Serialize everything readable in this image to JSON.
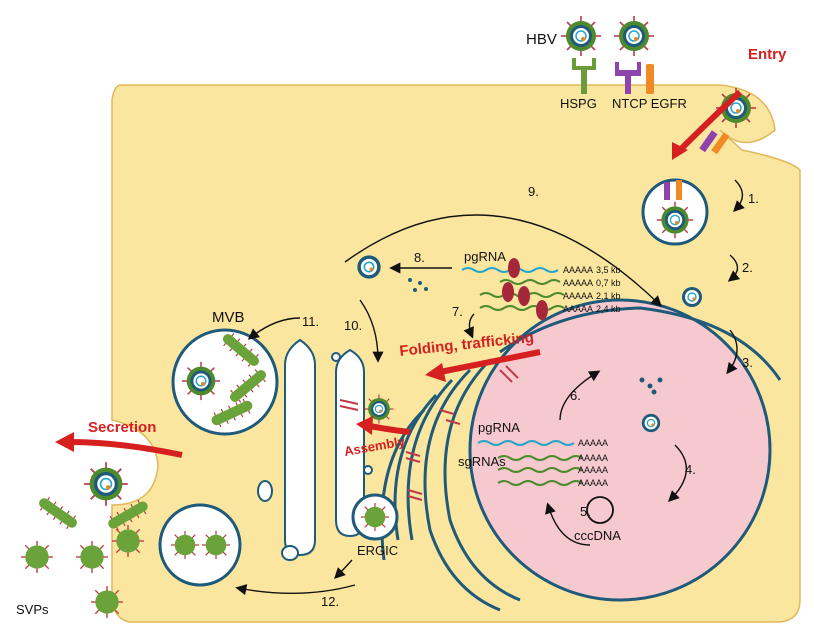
{
  "labels": {
    "hbv": "HBV",
    "hspg": "HSPG",
    "ntcp_egfr": "NTCP EGFR",
    "entry": "Entry",
    "mvb": "MVB",
    "secretion": "Secretion",
    "svps": "SVPs",
    "ergic": "ERGIC",
    "folding": "Folding, trafficking",
    "assembly": "Assembly",
    "pgrna_cyto": "pgRNA",
    "pgrna_nuc": "pgRNA",
    "sgrnas": "sgRNAs",
    "cccdna": "cccDNA"
  },
  "steps": [
    "1.",
    "2.",
    "3.",
    "4.",
    "5.",
    "6.",
    "7.",
    "8.",
    "9.",
    "10.",
    "11.",
    "12."
  ],
  "transcripts": [
    {
      "tail": "AAAAA",
      "size": "3,5 kb"
    },
    {
      "tail": "AAAAA",
      "size": "0,7 kb"
    },
    {
      "tail": "AAAAA",
      "size": "2,1 kb"
    },
    {
      "tail": "AAAAA",
      "size": "2,4 kb"
    }
  ],
  "nuclear_tails": [
    "AAAAA",
    "AAAAA",
    "AAAAA",
    "AAAAA"
  ],
  "colors": {
    "cell": "#fbe6a0",
    "nucleus": "#f6c9cf",
    "membrane": "#1f5a7a",
    "arrow_red": "#d62020",
    "svp": "#6aa33a",
    "spike": "#c0394b"
  }
}
